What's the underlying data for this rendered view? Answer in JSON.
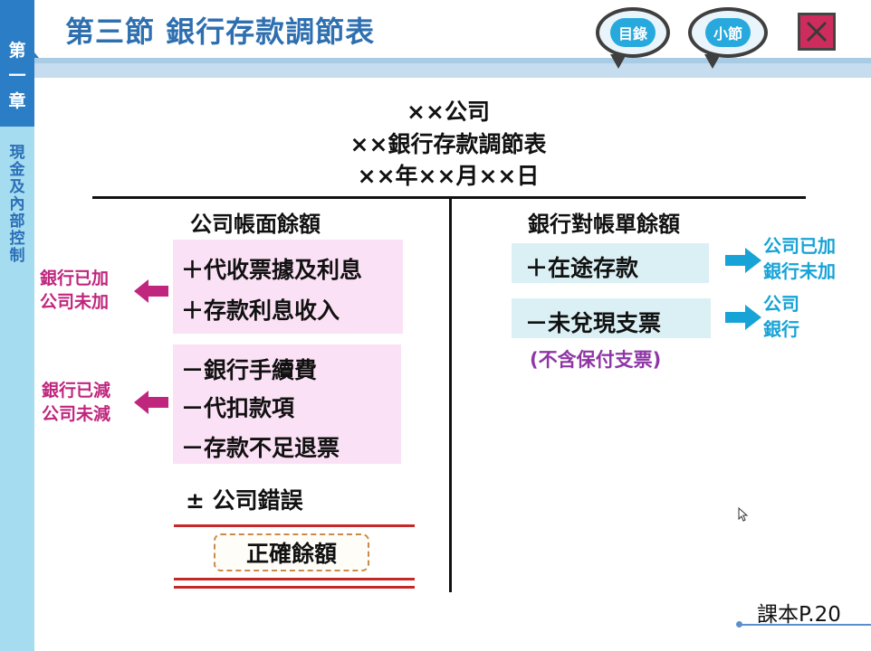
{
  "sidebar": {
    "chapter_chars": [
      "第",
      "一",
      "章"
    ],
    "section_chars": [
      "現",
      "金",
      "及",
      "內",
      "部",
      "控",
      "制"
    ]
  },
  "header": {
    "title": "第三節  銀行存款調節表",
    "toc_button": "目錄",
    "section_button": "小節",
    "close_icon": "close-icon"
  },
  "statement": {
    "company": "××公司",
    "name": "××銀行存款調節表",
    "date": "××年××月××日"
  },
  "left_column": {
    "heading": "公司帳面餘額",
    "add_items": [
      "＋代收票據及利息",
      "＋存款利息收入"
    ],
    "add_note": [
      "銀行已加",
      "公司未加"
    ],
    "deduct_items": [
      "－銀行手續費",
      "－代扣款項",
      "－存款不足退票"
    ],
    "deduct_note": [
      "銀行已減",
      "公司未減"
    ],
    "error_item": "±  公司錯誤",
    "correct_balance": "正確餘額"
  },
  "right_column": {
    "heading": "銀行對帳單餘額",
    "add_item": "＋在途存款",
    "add_note": [
      "公司已加",
      "銀行未加"
    ],
    "deduct_item": "－未兌現支票",
    "deduct_note": [
      "公司",
      "銀行"
    ],
    "deduct_sub_note": "(不含保付支票)"
  },
  "footer": {
    "page_ref": "課本P.20"
  },
  "colors": {
    "title_blue": "#2e6fb0",
    "pink_note": "#c0267e",
    "cyan_note": "#17a3d6",
    "pink_box": "#fbe1f5",
    "cyan_box": "#dbf0f4",
    "purple_note": "#8f36a6",
    "red_rule": "#c62828"
  }
}
